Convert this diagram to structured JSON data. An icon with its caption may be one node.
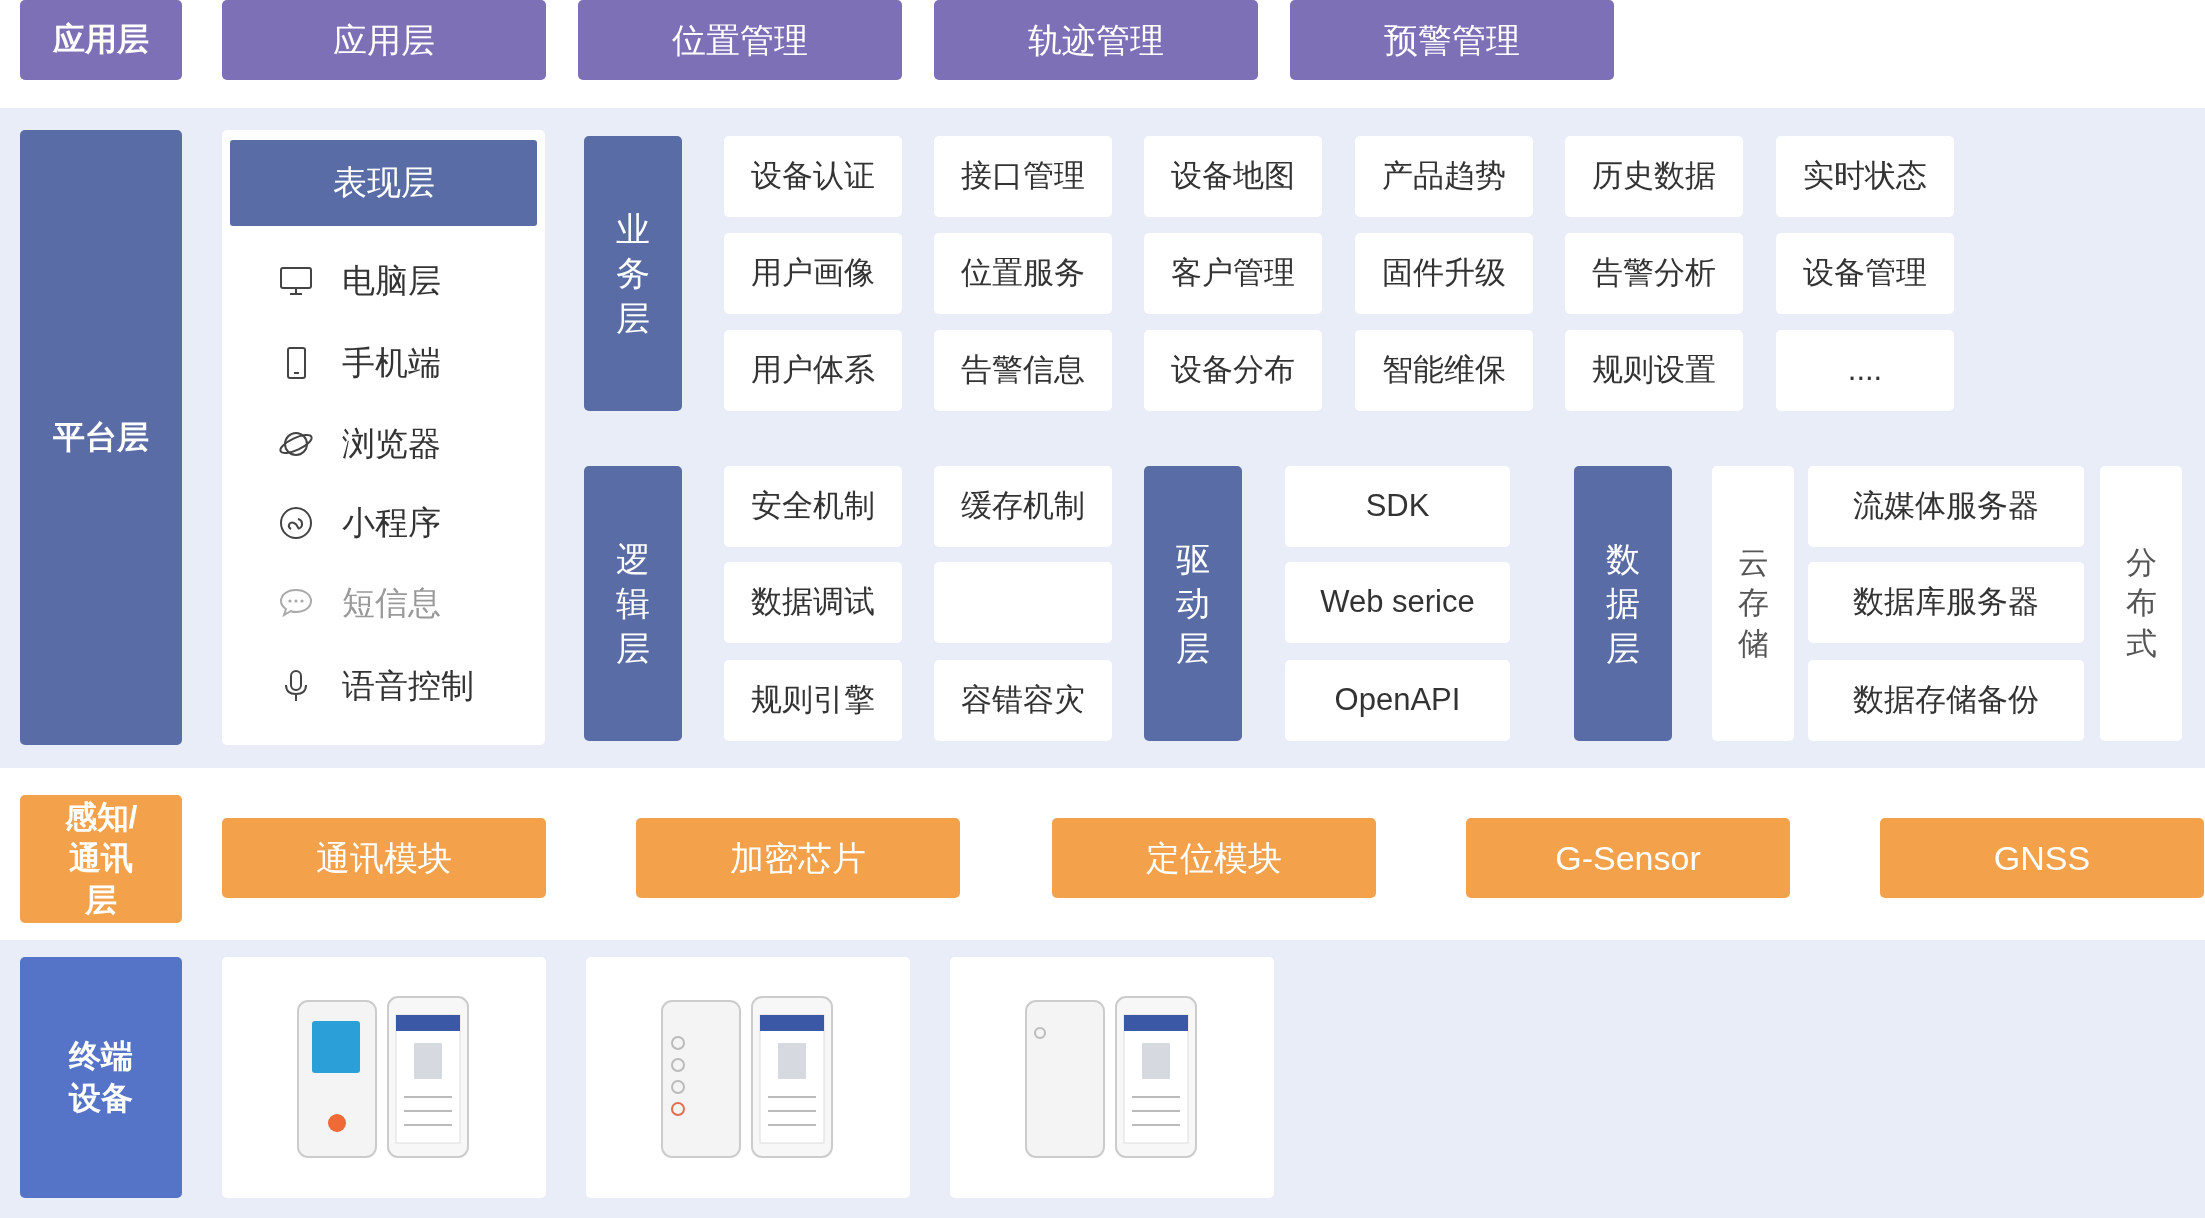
{
  "diagram": {
    "nodes": [
      {
        "text": [
          "应用层"
        ]
      },
      {
        "text": [
          "应用层"
        ]
      },
      {
        "text": [
          "位置管理"
        ]
      },
      {
        "text": [
          "轨迹管理"
        ]
      },
      {
        "text": [
          "预警管理"
        ]
      },
      {
        "text": [
          "平台层"
        ]
      },
      {
        "text": [
          "表现层",
          "电脑层",
          "手机端",
          "浏览器",
          "小程序",
          "短信息",
          "语音控制"
        ]
      },
      {
        "text": [
          "业务层"
        ]
      },
      {
        "text": [
          "设备认证"
        ]
      },
      {
        "text": [
          "接口管理"
        ]
      },
      {
        "text": [
          "设备地图"
        ]
      },
      {
        "text": [
          "产品趋势"
        ]
      },
      {
        "text": [
          "历史数据"
        ]
      },
      {
        "text": [
          "实时状态"
        ]
      },
      {
        "text": [
          "用户画像"
        ]
      },
      {
        "text": [
          "位置服务"
        ]
      },
      {
        "text": [
          "客户管理"
        ]
      },
      {
        "text": [
          "固件升级"
        ]
      },
      {
        "text": [
          "告警分析"
        ]
      },
      {
        "text": [
          "设备管理"
        ]
      },
      {
        "text": [
          "用户体系"
        ]
      },
      {
        "text": [
          "告警信息"
        ]
      },
      {
        "text": [
          "设备分布"
        ]
      },
      {
        "text": [
          "智能维保"
        ]
      },
      {
        "text": [
          "规则设置"
        ]
      },
      {
        "text": [
          "...."
        ]
      },
      {
        "text": [
          "逻辑层"
        ]
      },
      {
        "text": [
          "安全机制"
        ]
      },
      {
        "text": [
          "缓存机制"
        ]
      },
      {
        "text": [
          "数据调试"
        ]
      },
      {
        "text": [],
        "shape": "box"
      },
      {
        "text": [
          "规则引擎"
        ]
      },
      {
        "text": [
          "容错容灾"
        ]
      },
      {
        "text": [
          "驱动层"
        ]
      },
      {
        "text": [
          "SDK"
        ]
      },
      {
        "text": [
          "Web serice"
        ]
      },
      {
        "text": [
          "OpenAPI"
        ]
      },
      {
        "text": [
          "数据层"
        ]
      },
      {
        "text": [
          "云存储"
        ]
      },
      {
        "text": [
          "流媒体服务器"
        ]
      },
      {
        "text": [
          "数据库服务器"
        ]
      },
      {
        "text": [
          "数据存储备份"
        ]
      },
      {
        "text": [
          "分布式"
        ]
      },
      {
        "text": [
          "感知/通讯层"
        ]
      },
      {
        "text": [
          "通讯模块"
        ]
      },
      {
        "text": [
          "加密芯片"
        ]
      },
      {
        "text": [
          "定位模块"
        ]
      },
      {
        "text": [
          "G-Sensor"
        ]
      },
      {
        "text": [
          "GNSS"
        ]
      },
      {
        "text": [
          "终端设备"
        ]
      },
      {
        "text": [],
        "shape": "picture"
      },
      {
        "text": [],
        "shape": "picture"
      },
      {
        "text": [],
        "shape": "picture"
      }
    ]
  }
}
